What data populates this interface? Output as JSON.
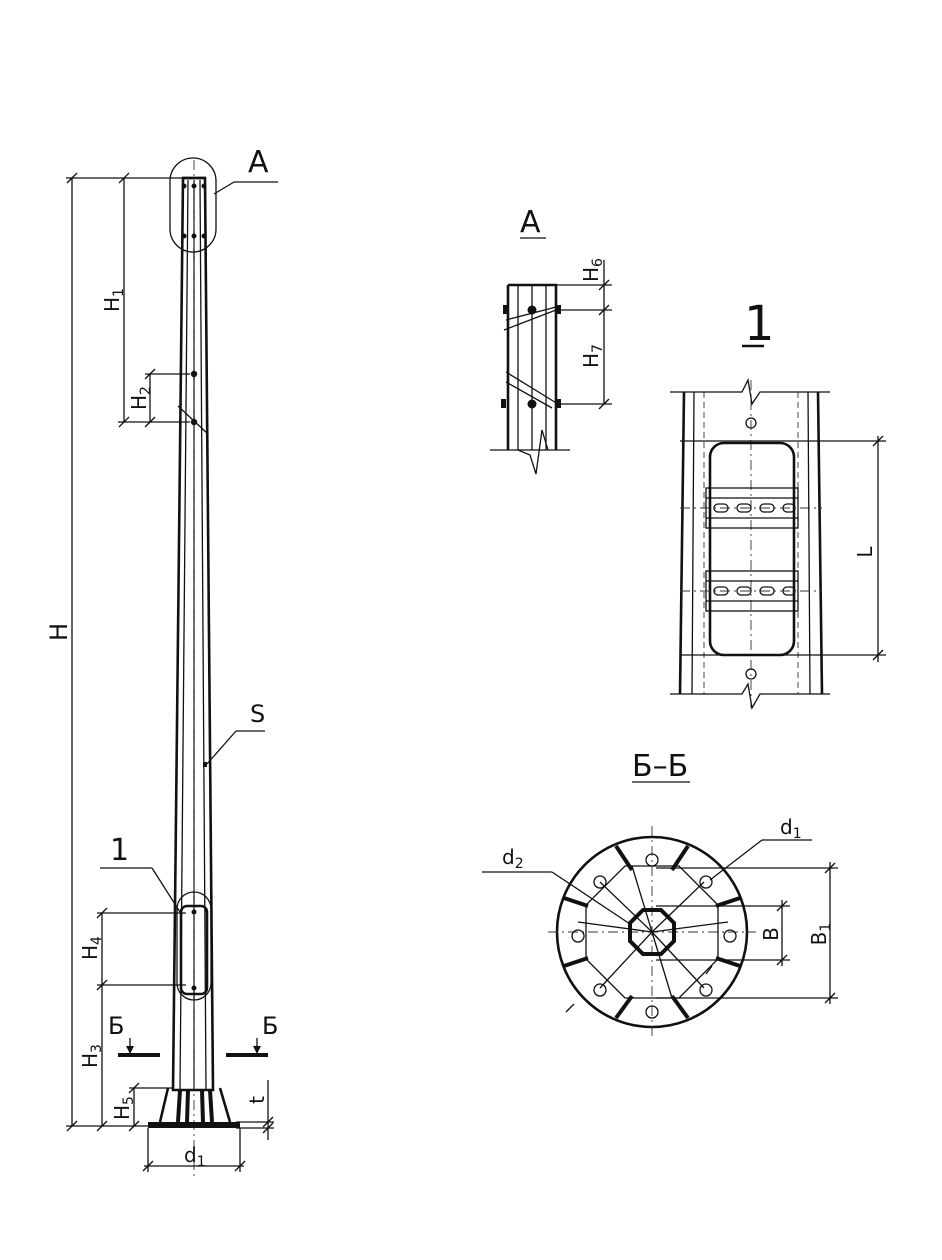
{
  "labels": {
    "detail_a_callout": "A",
    "detail_a_title": "A",
    "detail_1_callout": "1",
    "detail_1_title": "1",
    "section_title": "Б–Б",
    "section_mark_left": "Б",
    "section_mark_right": "Б",
    "seam": "S"
  },
  "dimensions": {
    "H": "H",
    "H1": {
      "base": "H",
      "sub": "1"
    },
    "H2": {
      "base": "H",
      "sub": "2"
    },
    "H3": {
      "base": "H",
      "sub": "3"
    },
    "H4": {
      "base": "H",
      "sub": "4"
    },
    "H5": {
      "base": "H",
      "sub": "5"
    },
    "H6": {
      "base": "H",
      "sub": "6"
    },
    "H7": {
      "base": "H",
      "sub": "7"
    },
    "t": "t",
    "d1_base": {
      "base": "d",
      "sub": "1"
    },
    "d1_section": {
      "base": "d",
      "sub": "1"
    },
    "d2_section": {
      "base": "d",
      "sub": "2"
    },
    "B": "B",
    "B1": {
      "base": "B",
      "sub": "1"
    },
    "L": "L"
  }
}
